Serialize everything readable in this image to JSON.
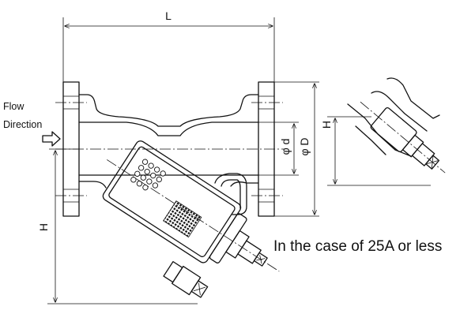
{
  "diagram": {
    "dimension_labels": {
      "length": "L",
      "height_main": "H",
      "height_inset": "H",
      "bore_small": "φ d",
      "bore_large": "φ D"
    },
    "flow_label_line1": "Flow",
    "flow_label_line2": "Direction",
    "inset_caption": "In the case of 25A or less"
  }
}
